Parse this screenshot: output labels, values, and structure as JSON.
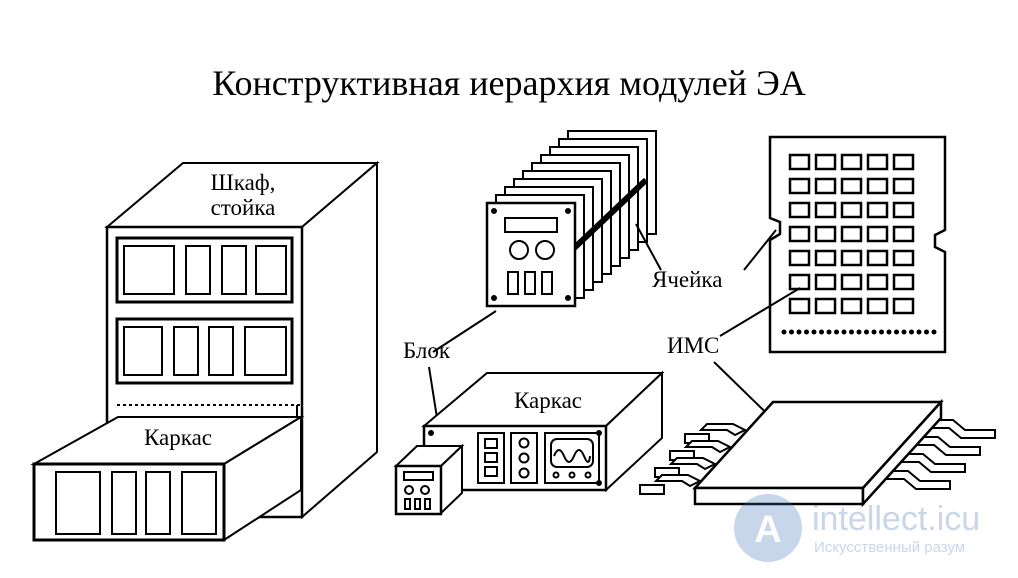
{
  "title": "Конструктивная иерархия модулей ЭА",
  "labels": {
    "cabinet_line1": "Шкаф,",
    "cabinet_line2": "стойка",
    "frame_cabinet": "Каркас",
    "frame_center": "Каркас",
    "block": "Блок",
    "cell": "Ячейка",
    "ic": "ИМС"
  },
  "watermark": {
    "logo_letter": "A",
    "name": "intellect.icu",
    "tagline": "Искусственный разум"
  },
  "colors": {
    "ink": "#000000",
    "background": "#ffffff",
    "watermark": "#3b6fb6"
  }
}
